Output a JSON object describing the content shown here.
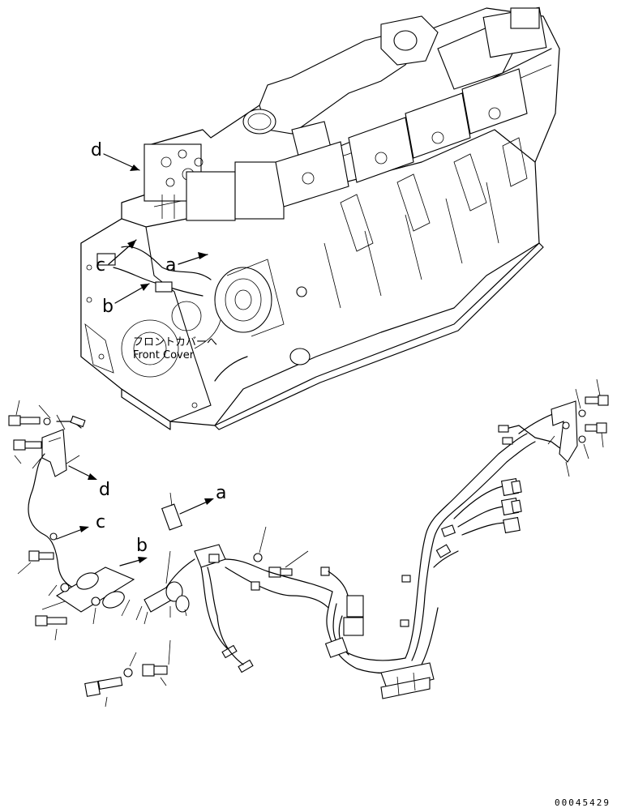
{
  "callouts": {
    "a": "a",
    "b": "b",
    "c": "c",
    "d": "d"
  },
  "note": {
    "jp": "フロントカバーへ",
    "en": "Front Cover"
  },
  "page_number": "00045429"
}
